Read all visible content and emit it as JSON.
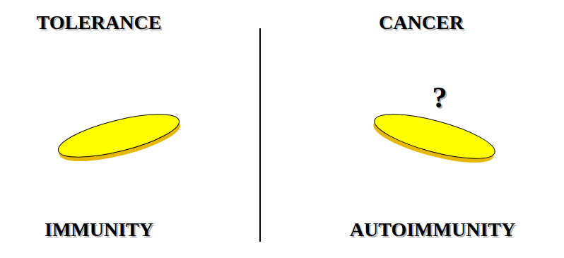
{
  "diagram": {
    "labels": [
      "TOLERANCE",
      "CANCER",
      "IMMUNITY",
      "AUTOIMMUNITY",
      "?"
    ]
  }
}
